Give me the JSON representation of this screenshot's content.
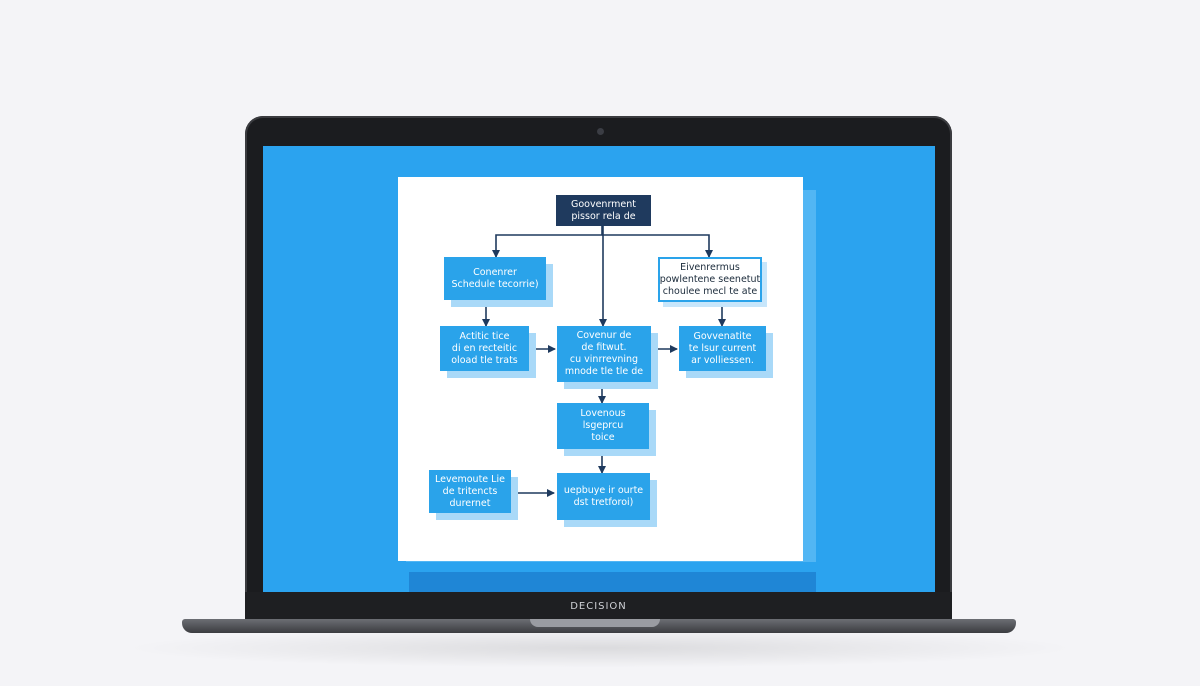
{
  "laptop": {
    "brand_label": "DECISION"
  },
  "diagram": {
    "nodes": {
      "root": {
        "line1": "Goovenrment",
        "line2": "pissor rela de"
      },
      "left_top": {
        "line1": "Conenrer",
        "line2": "Schedule tecorrie)"
      },
      "right_top": {
        "line1": "Eivenrermus",
        "line2": "powlentene seenetut",
        "line3": "choulee mecl te ate"
      },
      "left_mid": {
        "line1": "Actitic tice",
        "line2": "di en recteitic",
        "line3": "oload tle trats"
      },
      "center_mid": {
        "line1": "Covenur de",
        "line2": "de fitwut.",
        "line3": "cu vinrrevning",
        "line4": "mnode tle tle de"
      },
      "right_mid": {
        "line1": "Govvenatite",
        "line2": "te lsur current",
        "line3": "ar volliessen."
      },
      "center_low": {
        "line1": "Lovenous",
        "line2": "lsgeprcu",
        "line3": "toice"
      },
      "left_bottom": {
        "line1": "Levemoute Lie",
        "line2": "de tritencts",
        "line3": "durernet"
      },
      "center_bottom": {
        "line1": "uepbuye ir ourte",
        "line2": "dst tretforoi)"
      }
    }
  },
  "colors": {
    "screen_blue": "#2ba3ef",
    "node_blue": "#2aa3ea",
    "root_navy": "#1f3a5e",
    "connector_navy": "#1f3a5e"
  }
}
